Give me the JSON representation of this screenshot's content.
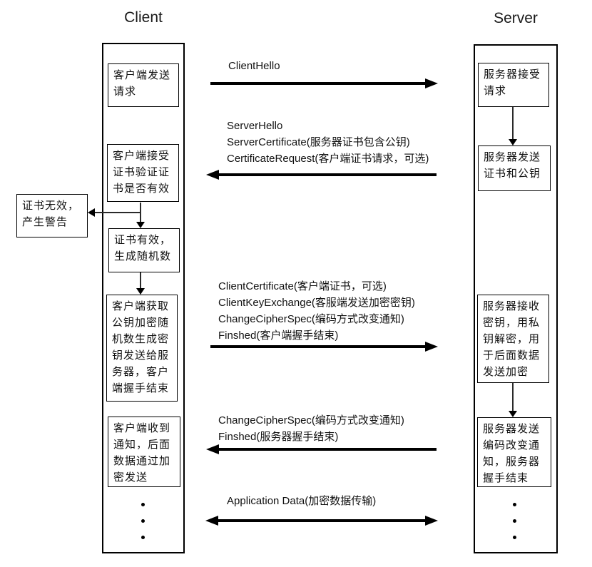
{
  "client": {
    "title": "Client",
    "steps": [
      "客户端发送请求",
      "客户端接受证书验证证书是否有效",
      "证书有效，生成随机数",
      "客户端获取公钥加密随机数生成密钥发送给服务器，客户端握手结束",
      "客户端收到通知，后面数据通过加密发送"
    ],
    "continuation_dots": 3
  },
  "server": {
    "title": "Server",
    "steps": [
      "服务器接受请求",
      "服务器发送证书和公钥",
      "服务器接收密钥，用私钥解密，用于后面数据发送加密",
      "服务器发送编码改变通知，服务器握手结束"
    ],
    "continuation_dots": 3
  },
  "warning": {
    "text": "证书无效，产生警告"
  },
  "messages": [
    {
      "id": "client-hello",
      "direction": "right",
      "lines": [
        "ClientHello"
      ]
    },
    {
      "id": "server-hello",
      "direction": "left",
      "lines": [
        "ServerHello",
        "ServerCertificate(服务器证书包含公钥)",
        "CertificateRequest(客户端证书请求，可选)"
      ]
    },
    {
      "id": "client-key-exchange",
      "direction": "right",
      "lines": [
        "ClientCertificate(客户端证书，可选)",
        "ClientKeyExchange(客服端发送加密密钥)",
        "ChangeCipherSpec(编码方式改变通知)",
        "Finshed(客户端握手结束)"
      ]
    },
    {
      "id": "server-finished",
      "direction": "left",
      "lines": [
        "ChangeCipherSpec(编码方式改变通知)",
        "Finshed(服务器握手结束)"
      ]
    },
    {
      "id": "application-data",
      "direction": "both",
      "lines": [
        "Application Data(加密数据传输)"
      ]
    }
  ],
  "colors": {
    "foreground": "#000000",
    "background": "#ffffff"
  }
}
